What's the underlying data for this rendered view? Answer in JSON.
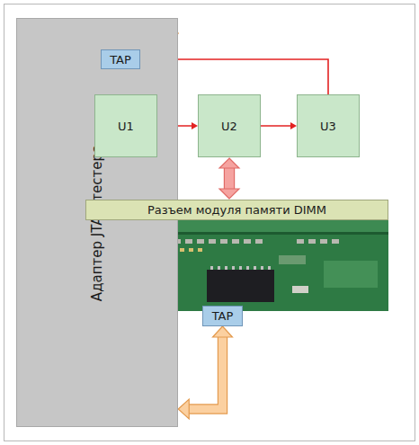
{
  "diagram": {
    "nodes": [
      {
        "text": [
          "Адаптер JTAG-тестера"
        ]
      },
      {
        "text": [
          "TAP"
        ]
      },
      {
        "text": [
          "U1"
        ]
      },
      {
        "text": [
          "U2"
        ]
      },
      {
        "text": [
          "U3"
        ]
      },
      {
        "text": [
          "Разъем модуля памяти DIMM"
        ]
      },
      {
        "text": [
          "TAP"
        ]
      }
    ],
    "edges": [
      {
        "from": 0,
        "to": 1,
        "arrow": "both"
      },
      {
        "from": 1,
        "to": 2,
        "arrow": "to"
      },
      {
        "from": 2,
        "to": 3,
        "arrow": "to"
      },
      {
        "from": 3,
        "to": 4,
        "arrow": "to"
      },
      {
        "from": 4,
        "to": 1,
        "arrow": "to"
      },
      {
        "from": 2,
        "to": 5,
        "arrow": "both"
      },
      {
        "from": 3,
        "to": 5,
        "arrow": "both"
      },
      {
        "from": 0,
        "to": 6,
        "arrow": "both"
      }
    ]
  }
}
